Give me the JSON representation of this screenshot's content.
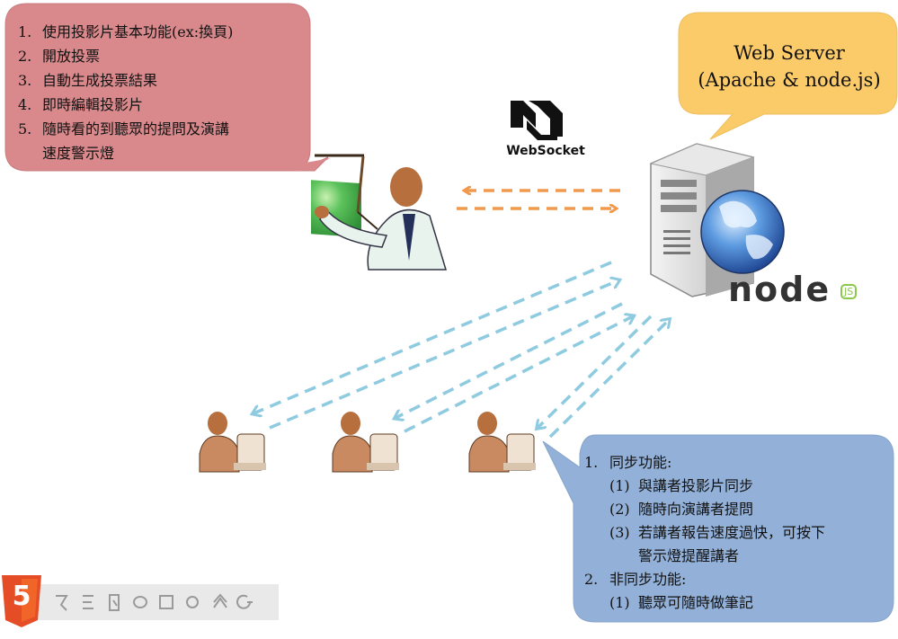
{
  "features": {
    "items": [
      {
        "num": "1.",
        "text": "使用投影片基本功能(ex:換頁)"
      },
      {
        "num": "2.",
        "text": "開放投票"
      },
      {
        "num": "3.",
        "text": "自動生成投票結果"
      },
      {
        "num": "4.",
        "text": "即時編輯投影片"
      },
      {
        "num": "5.",
        "text": "隨時看的到聽眾的提問及演講"
      },
      {
        "num": "",
        "text": "速度警示燈"
      }
    ]
  },
  "server": {
    "line1": "Web Server",
    "line2": "(Apache & node.js)"
  },
  "websocket": {
    "label": "WebSocket"
  },
  "node_logo": {
    "text": "node",
    "suffix": "JS"
  },
  "audience_features": {
    "sync_num": "1.",
    "sync_title": "同步功能:",
    "sync_items": [
      {
        "num": "(1)",
        "text": "與講者投影片同步"
      },
      {
        "num": "(2)",
        "text": "隨時向演講者提問"
      },
      {
        "num": "(3)",
        "text": "若講者報告速度過快，可按下"
      },
      {
        "num": "",
        "text": "警示燈提醒講者"
      }
    ],
    "async_num": "2.",
    "async_title": "非同步功能:",
    "async_items": [
      {
        "num": "(1)",
        "text": "聽眾可隨時做筆記"
      }
    ]
  },
  "html5_badge": {
    "number": "5"
  },
  "colors": {
    "feature_bubble": "#d9898c",
    "server_bubble": "#fbcb6a",
    "audience_bubble": "#93b1d8",
    "ws_arrow": "#f19a4e",
    "client_arrow": "#8fcbe0",
    "html5_orange": "#e44d26"
  }
}
